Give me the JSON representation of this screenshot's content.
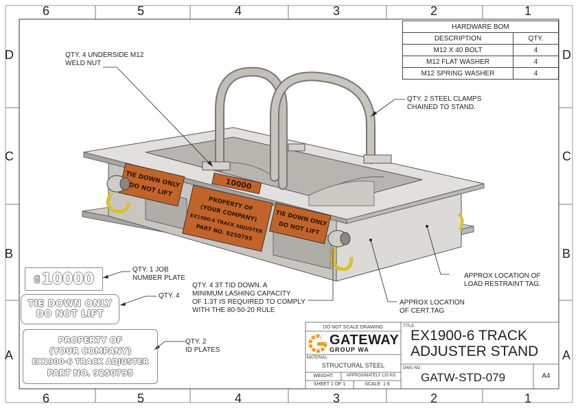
{
  "zones": {
    "cols_top": [
      "6",
      "5",
      "4",
      "3",
      "2",
      "1"
    ],
    "cols_bottom": [
      "6",
      "5",
      "4",
      "3",
      "2",
      "1"
    ],
    "rows_left": [
      "D",
      "C",
      "B",
      "A"
    ],
    "rows_right": [
      "D",
      "C",
      "B",
      "A"
    ]
  },
  "bom": {
    "title": "HARDWARE BOM",
    "headers": [
      "DESCRIPTION",
      "QTY."
    ],
    "rows": [
      {
        "desc": "M12 X 40 BOLT",
        "qty": "4"
      },
      {
        "desc": "M12 FLAT WASHER",
        "qty": "4"
      },
      {
        "desc": "M12 SPRING WASHER",
        "qty": "4"
      }
    ]
  },
  "callouts": {
    "weld_nut": [
      "QTY. 4 UNDERSIDE M12",
      "WELD NUT"
    ],
    "clamps": [
      "QTY. 2 STEEL CLAMPS",
      "CHAINED TO STAND."
    ],
    "job_plate": [
      "QTY. 1 JOB",
      "NUMBER PLATE"
    ],
    "tie_down_qty": [
      "QTY. 4"
    ],
    "tid_down": [
      "QTY. 4 3T TID DOWN. A",
      "MINIMUM LASHING CAPACITY",
      "OF 1.3T IS REQUIRED TO COMPLY",
      "WITH THE 80-50-20 RULE"
    ],
    "id_plates": [
      "QTY. 2",
      "ID PLATES"
    ],
    "cert_tag": [
      "APPROX LOCATION",
      "OF CERT.TAG"
    ],
    "load_tag": [
      "APPROX LOCATION OF",
      "LOAD RESTRAINT TAG."
    ]
  },
  "plates": {
    "job_number": "10000",
    "tie_down": [
      "TIE DOWN ONLY",
      "DO NOT LIFT"
    ],
    "property": [
      "PROPERTY OF",
      "(YOUR COMPANY)",
      "EX1900-6 TRACK ADJUSTER",
      "PART NO. 9250795"
    ]
  },
  "model_plates": {
    "tie_down": [
      "TIE DOWN ONLY",
      "DO NOT LIFT"
    ],
    "property": [
      "PROPERTY OF",
      "(YOUR COMPANY)",
      "EX1900-6 TRACK ADJUSTER",
      "PART NO. 9250795"
    ],
    "job_number": "10000"
  },
  "title_block": {
    "do_not_scale": "DO NOT SCALE DRAWING",
    "logo_main": "GATEWAY",
    "logo_sub": "GROUP WA",
    "material_label": "MATERIAL:",
    "material": "STRUCTURAL STEEL",
    "weight_label": "WEIGHT:",
    "weight": "APPROXIMATELY 120 KG",
    "sheet": "SHEET 1 OF 1",
    "scale": "SCALE: 1:6",
    "title_label": "TITLE:",
    "title": [
      "EX1900-6 TRACK",
      "ADJUSTER STAND"
    ],
    "dwg_label": "DWG NO.",
    "dwg_no": "GATW-STD-079",
    "size": "A4"
  },
  "colors": {
    "steel_light": "#d8d6d3",
    "steel_mid": "#bfbcb8",
    "steel_dark": "#9c9894",
    "orange_plate": "#c2642a",
    "logo_orange": "#f29a1f",
    "logo_dark": "#1e1e1e",
    "shackle_yellow": "#e6d23c"
  }
}
